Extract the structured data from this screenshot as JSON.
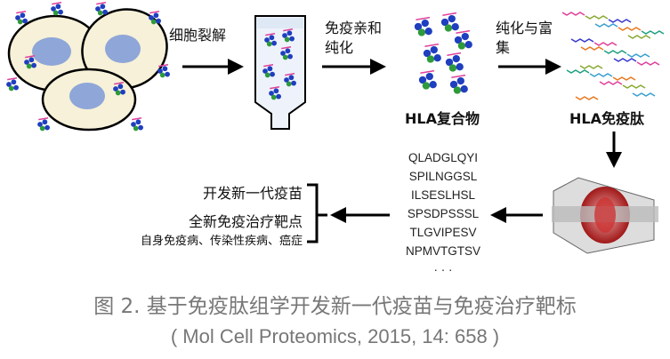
{
  "steps": {
    "lysis": "细胞裂解",
    "affinity_line1": "免疫亲和",
    "affinity_line2": "纯化",
    "enrich_line1": "纯化与富",
    "enrich_line2": "集",
    "hla_complex": "HLA复合物",
    "hla_peptides": "HLA免疫肽"
  },
  "peptides": [
    "QLADGLQYI",
    "SPILNGGSL",
    "ILSESLHSL",
    "SPSDPSSSL",
    "TLGVIPESV",
    "NPMVTGTSV",
    "· · ·"
  ],
  "outcomes": {
    "vaccine": "开发新一代疫苗",
    "targets": "全新免疫治疗靶点",
    "diseases": "自身免疫病、传染性疾病、癌症"
  },
  "caption": "图 2. 基于免疫肽组学开发新一代疫苗与免疫治疗靶标",
  "citation": "( Mol Cell Proteomics, 2015, 14: 658 )",
  "colors": {
    "cell_fill": "#f6f1d8",
    "nucleus": "#8fa6d8",
    "hla_blue": "#1f3fbf",
    "hla_green": "#2e9a3a",
    "caption": "#777777"
  }
}
